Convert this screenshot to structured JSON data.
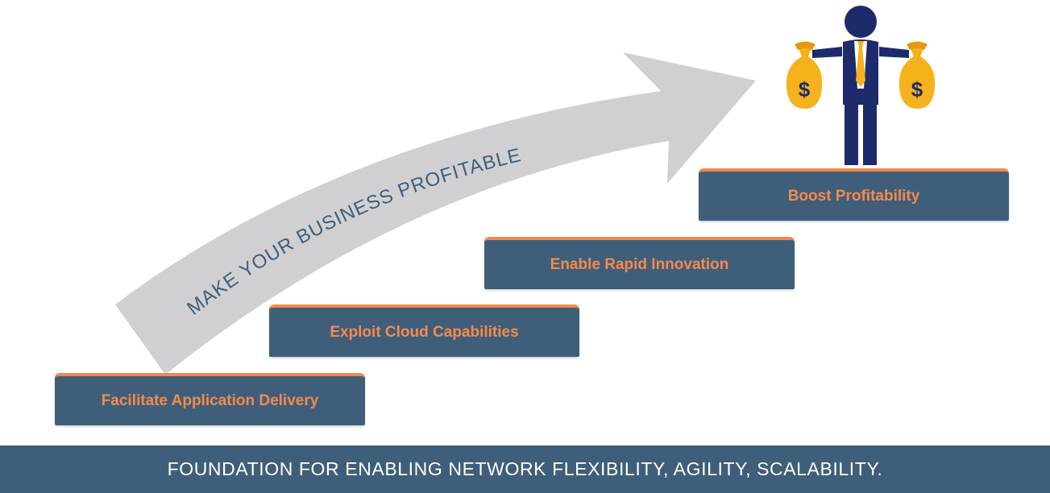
{
  "arrow": {
    "label": "MAKE YOUR BUSINESS PROFITABLE"
  },
  "steps": [
    {
      "label": "Facilitate Application Delivery"
    },
    {
      "label": "Exploit Cloud Capabilities"
    },
    {
      "label": "Enable Rapid Innovation"
    },
    {
      "label": "Boost Profitability"
    }
  ],
  "footer": {
    "text": "FOUNDATION FOR ENABLING NETWORK FLEXIBILITY, AGILITY, SCALABILITY."
  },
  "figure": {
    "left_bag_symbol": "$",
    "right_bag_symbol": "$"
  },
  "colors": {
    "step_fill": "#3f5e7a",
    "step_accent": "#f08a4b",
    "label_orange": "#f58a4c",
    "arrow_gray": "#d0d0d2",
    "person_navy": "#1d2b6b",
    "tie_yellow": "#f5b21c",
    "bag_yellow": "#f5b21c"
  },
  "icons": [
    "growth-arrow-icon",
    "businessman-icon",
    "money-bag-icon"
  ]
}
